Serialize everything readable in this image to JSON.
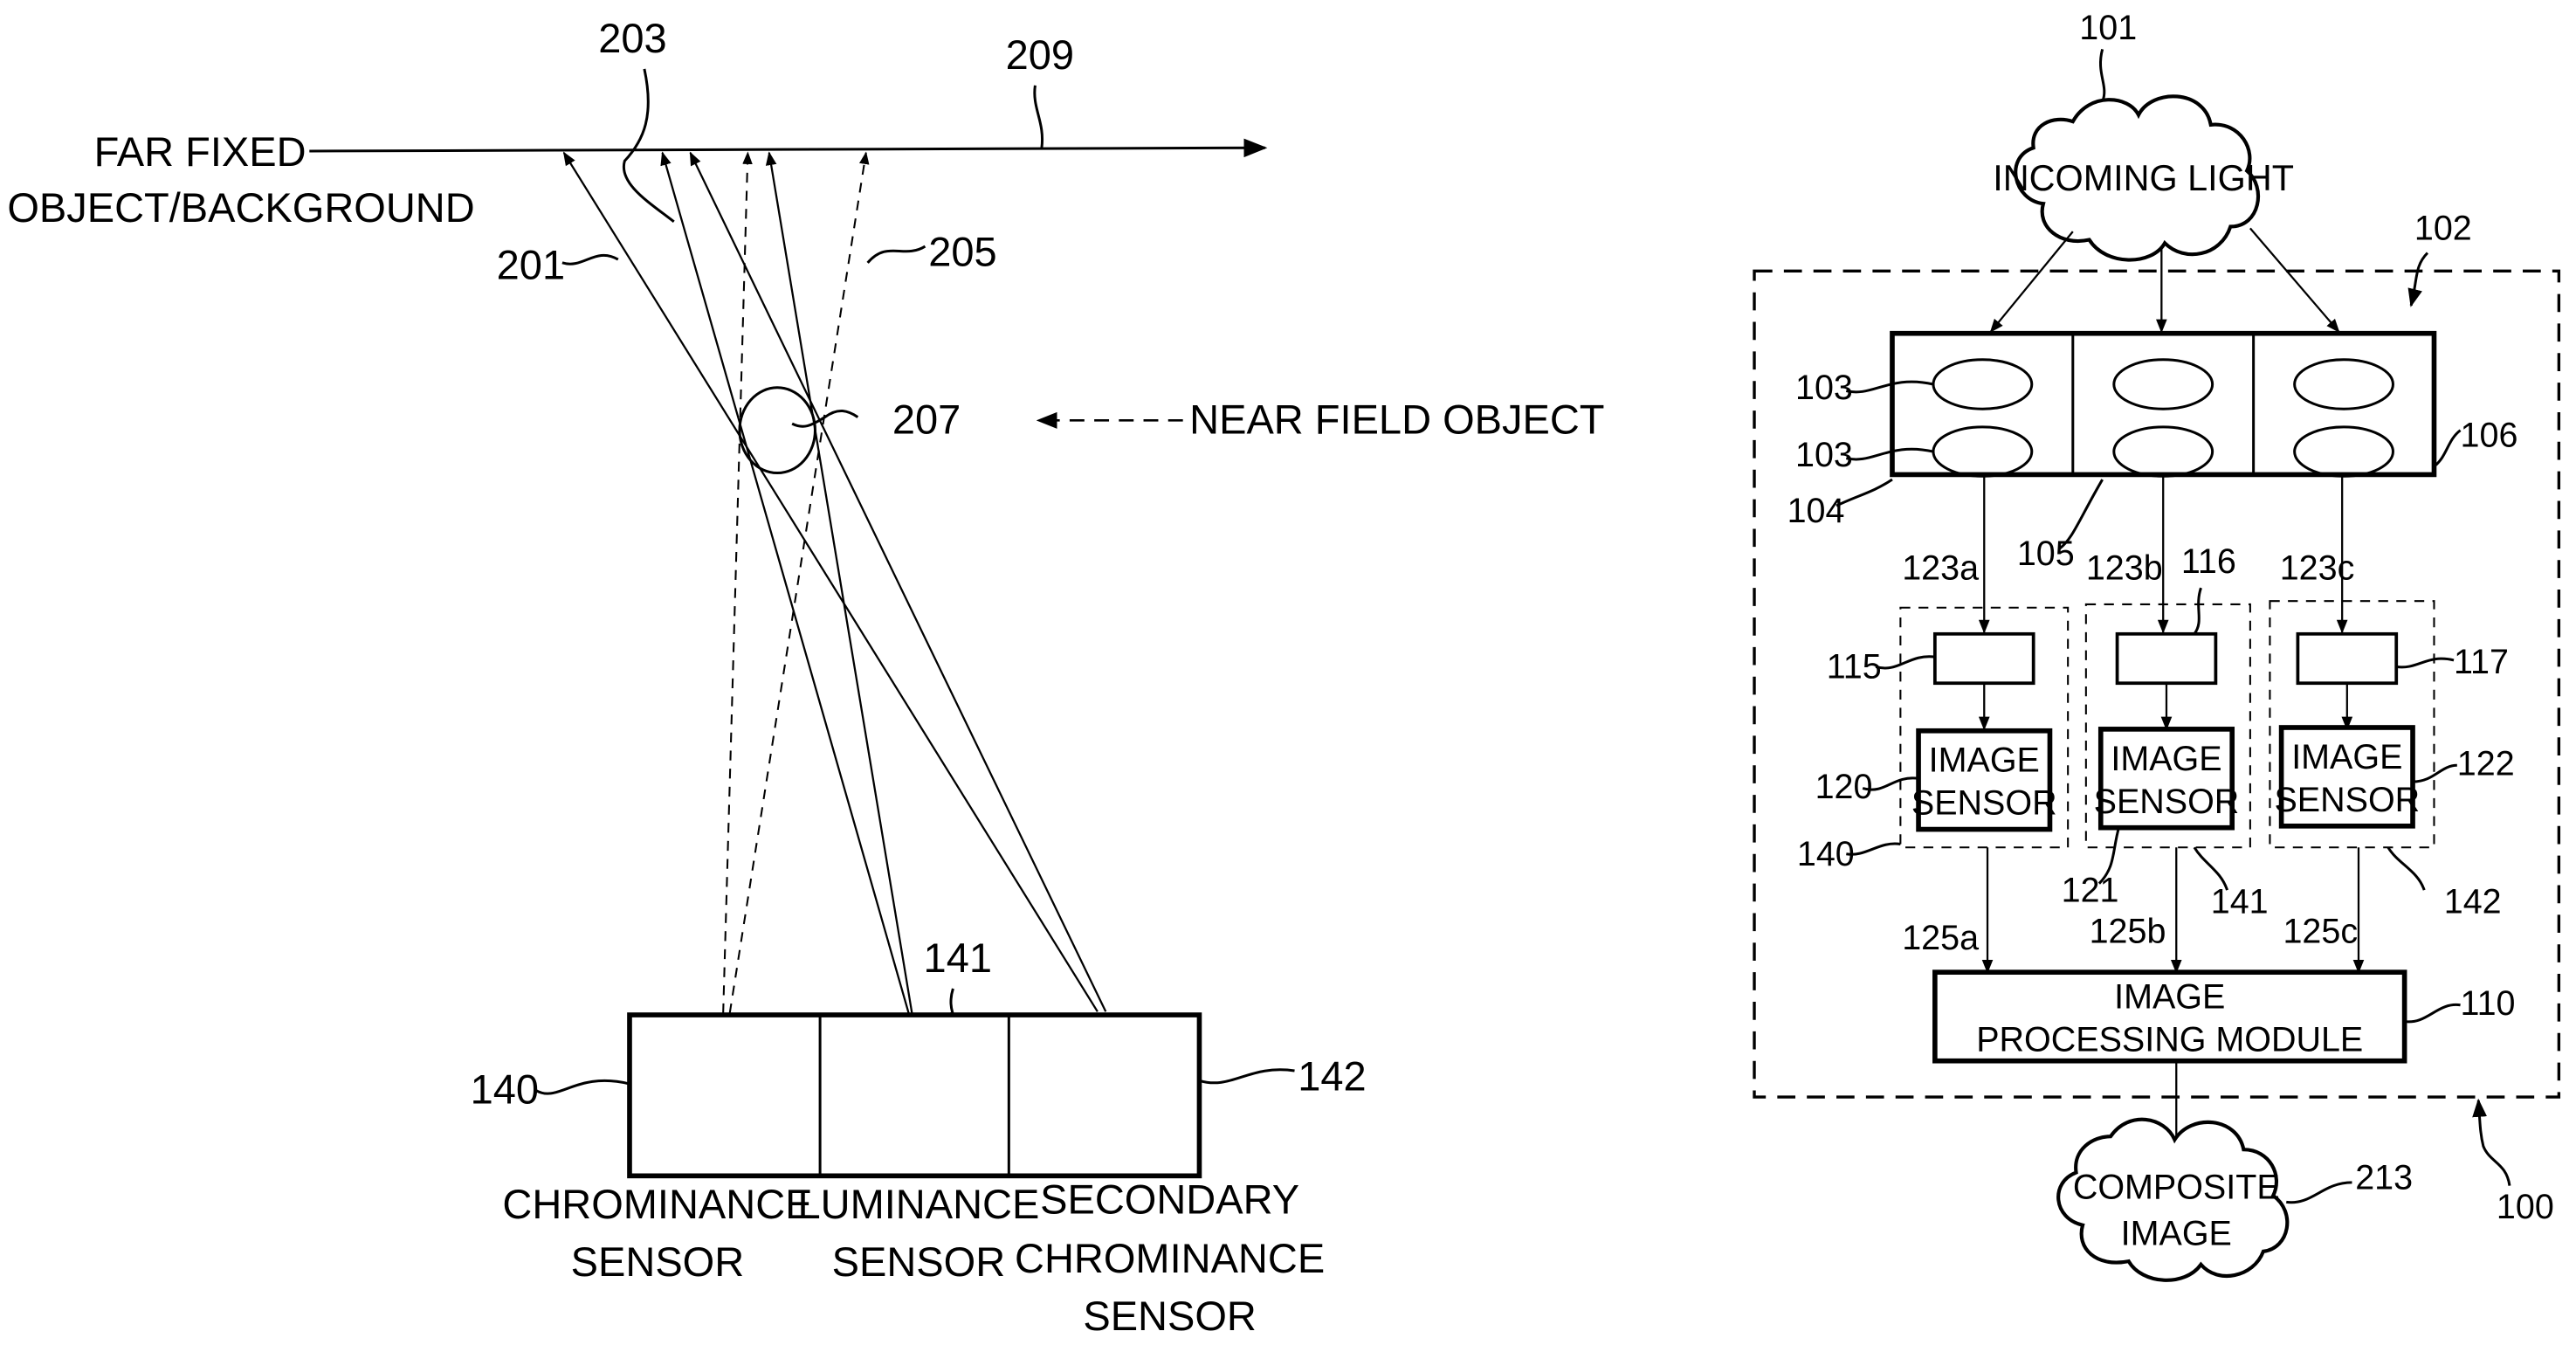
{
  "left_figure": {
    "far_field_label_line1": "FAR FIXED",
    "far_field_label_line2": "OBJECT/BACKGROUND",
    "near_field_label": "NEAR FIELD OBJECT",
    "refs": {
      "r201": "201",
      "r203": "203",
      "r205": "205",
      "r207": "207",
      "r209": "209",
      "r140": "140",
      "r141": "141",
      "r142": "142"
    },
    "sensors": [
      {
        "line1": "CHROMINANCE",
        "line2": "SENSOR",
        "line3": ""
      },
      {
        "line1": "LUMINANCE",
        "line2": "SENSOR",
        "line3": ""
      },
      {
        "line1": "SECONDARY",
        "line2": "CHROMINANCE",
        "line3": "SENSOR"
      }
    ]
  },
  "right_figure": {
    "incoming_light": "INCOMING LIGHT",
    "composite_line1": "COMPOSITE",
    "composite_line2": "IMAGE",
    "processing_line1": "IMAGE",
    "processing_line2": "PROCESSING MODULE",
    "image_sensors": [
      {
        "line1": "IMAGE",
        "line2": "SENSOR"
      },
      {
        "line1": "IMAGE",
        "line2": "SENSOR"
      },
      {
        "line1": "IMAGE",
        "line2": "SENSOR"
      }
    ],
    "refs": {
      "r100": "100",
      "r101": "101",
      "r102": "102",
      "r103a": "103",
      "r103b": "103",
      "r104": "104",
      "r105": "105",
      "r106": "106",
      "r110": "110",
      "r115": "115",
      "r116": "116",
      "r117": "117",
      "r120": "120",
      "r121": "121",
      "r122": "122",
      "r123a": "123a",
      "r123b": "123b",
      "r123c": "123c",
      "r125a": "125a",
      "r125b": "125b",
      "r125c": "125c",
      "r140": "140",
      "r141": "141",
      "r142": "142",
      "r213": "213"
    }
  }
}
